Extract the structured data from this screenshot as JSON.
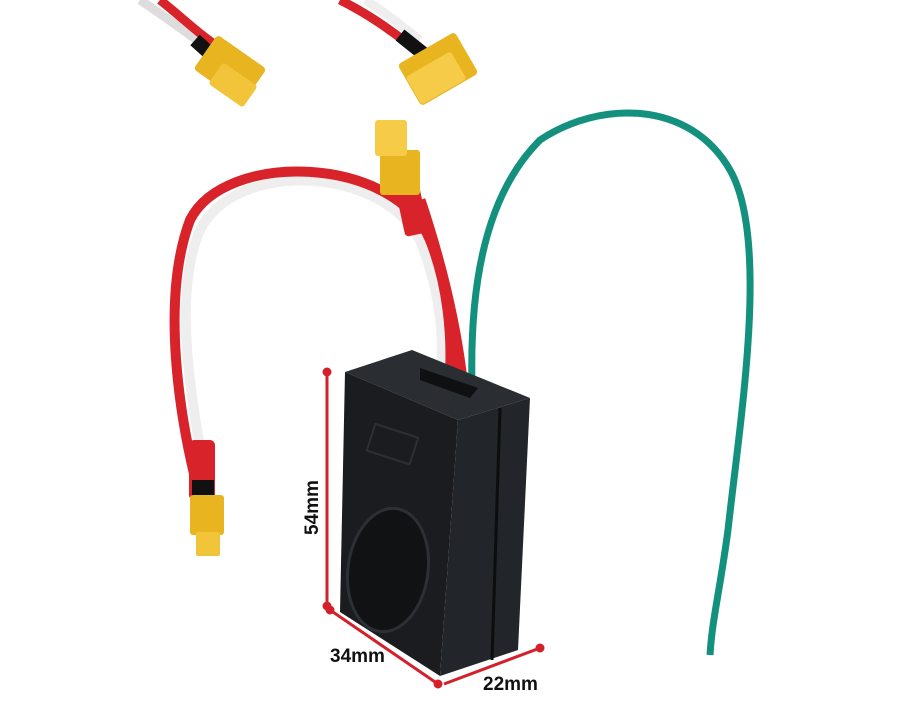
{
  "dimensions": {
    "height": "54mm",
    "length": "34mm",
    "width": "22mm"
  },
  "colors": {
    "dimension_line": "#d4202a",
    "box": "#1a1c1f",
    "wire_red": "#d8232a",
    "wire_green": "#14917e",
    "connector": "#e8b420"
  }
}
